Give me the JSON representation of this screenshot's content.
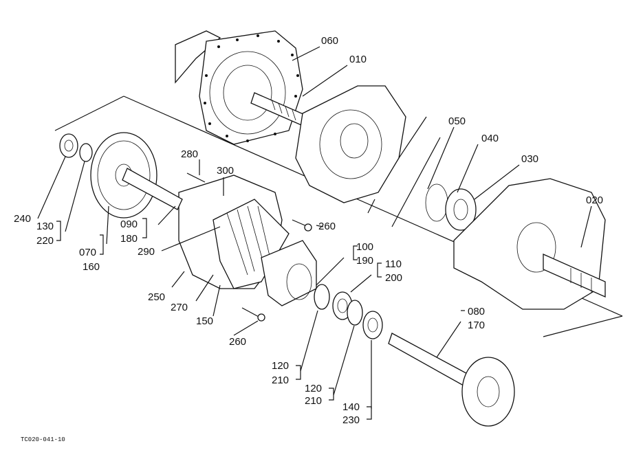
{
  "diagram": {
    "figure_code": "TC020-041-10",
    "labels": {
      "p060": "060",
      "p010": "010",
      "p050": "050",
      "p040": "040",
      "p030": "030",
      "p020": "020",
      "p280": "280",
      "p300": "300",
      "p240": "240",
      "p130": "130",
      "p220": "220",
      "p090": "090",
      "p180": "180",
      "p260a": "260",
      "p070": "070",
      "p160": "160",
      "p290": "290",
      "p100": "100",
      "p190": "190",
      "p110": "110",
      "p200": "200",
      "p250": "250",
      "p270": "270",
      "p150": "150",
      "p260b": "260",
      "p080": "080",
      "p170": "170",
      "p120a": "120",
      "p210a": "210",
      "p120b": "120",
      "p210b": "210",
      "p140": "140",
      "p230": "230"
    }
  }
}
